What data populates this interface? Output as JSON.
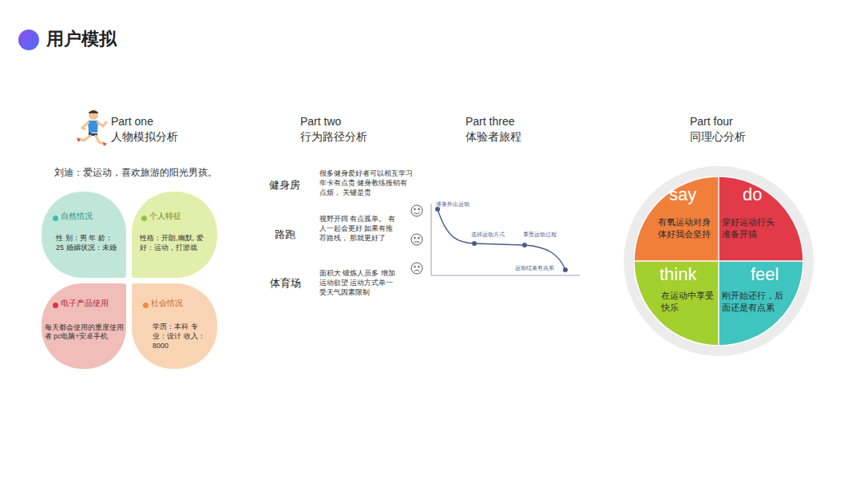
{
  "diagram": {
    "title": "用户模拟",
    "nodes": [
      {
        "text": [
          "自然情况",
          "性 别：男 年 龄：25 婚姻状况：未婚"
        ]
      },
      {
        "text": [
          "个人特征",
          "性格：开朗,幽默, 爱好：运动，打游戏"
        ]
      },
      {
        "text": [
          "电子产品使用",
          "每天都会使用的重度使用者 pc电脑+安卓手机"
        ]
      },
      {
        "text": [
          "社会情况",
          "学历：本科 专业：设计 收入：8000"
        ]
      },
      {
        "text": [
          "say",
          "有氧运动对身体好我会坚持"
        ]
      },
      {
        "text": [
          "do",
          "穿好运动行头准备开搞"
        ]
      },
      {
        "text": [
          "think",
          "在运动中享受快乐"
        ]
      },
      {
        "text": [
          "feel",
          "刚开始还行，后面还是有点累"
        ]
      }
    ],
    "labels": [
      "Part one",
      "人物模拟分析",
      "刘迪：爱运动，喜欢旅游的阳光男孩。",
      "Part two",
      "行为路径分析",
      "健身房",
      "很多健身爱好者可以相互学习 年卡有点贵 健身教练推销有点烦， 关键是贵",
      "路跑",
      "视野开阔 有点孤单。 有人一起会更好 如果有推荐路线， 那就更好了",
      "体育场",
      "面积大 锻炼人员多 增加运动欲望 运动方式单一 受天气因素限制",
      "Part three",
      "体验者旅程",
      "准备外出运动",
      "选择运动方式",
      "享受运动过程",
      "运动结束有点累",
      "Part four",
      "同理心分析"
    ]
  }
}
